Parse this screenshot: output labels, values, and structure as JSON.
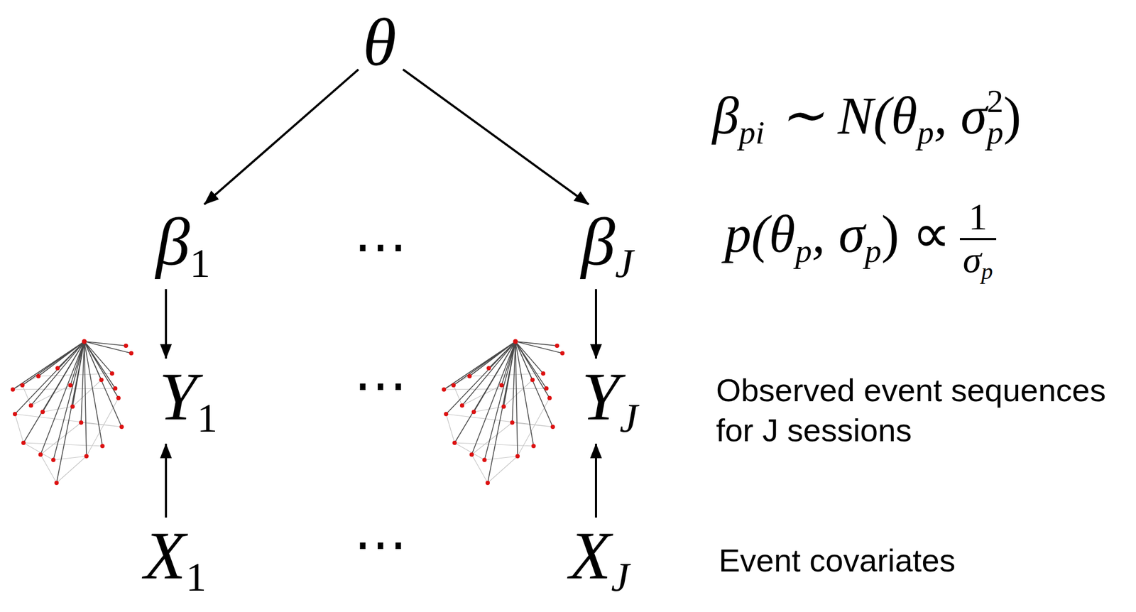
{
  "diagram": {
    "nodes": [
      {
        "text": [
          "θ"
        ]
      },
      {
        "text": [
          "β",
          "1"
        ]
      },
      {
        "text": [
          "β",
          "J"
        ]
      },
      {
        "text": [
          "Y",
          "1"
        ]
      },
      {
        "text": [
          "Y",
          "J"
        ]
      },
      {
        "text": [
          "X",
          "1"
        ]
      },
      {
        "text": [
          "X",
          "J"
        ]
      }
    ],
    "edges": [
      {
        "from": 0,
        "to": 1,
        "arrow": "to"
      },
      {
        "from": 0,
        "to": 2,
        "arrow": "to"
      },
      {
        "from": 1,
        "to": 3,
        "arrow": "to"
      },
      {
        "from": 2,
        "to": 4,
        "arrow": "to"
      },
      {
        "from": 5,
        "to": 3,
        "arrow": "to"
      },
      {
        "from": 6,
        "to": 4,
        "arrow": "to"
      }
    ],
    "labels": [
      "β",
      "pi",
      "∼ N(θ",
      "p",
      ", σ",
      "2",
      "p",
      ")",
      "p(θ",
      "p",
      ", σ",
      "p",
      ") ∝",
      "1",
      "σ",
      "p",
      "⋯",
      "⋯",
      "⋯",
      "Observed event sequences for J sessions",
      "Event covariates"
    ]
  }
}
